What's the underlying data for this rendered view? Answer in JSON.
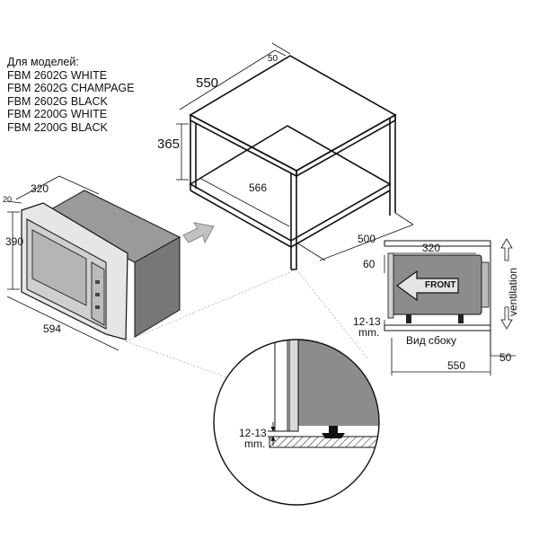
{
  "models": {
    "heading": "Для моделей:",
    "list": [
      "FBM 2602G WHITE",
      "FBM 2602G CHAMPAGE",
      "FBM 2602G BLACK",
      "FBM 2200G WHITE",
      "FBM 2200G BLACK"
    ]
  },
  "cabinet": {
    "width": "550",
    "height": "365",
    "inner_width": "566",
    "depth": "500",
    "top_offset": "50"
  },
  "oven": {
    "depth": "320",
    "height": "390",
    "width": "594",
    "frame": "20"
  },
  "side_view": {
    "depth": "320",
    "top_gap": "60",
    "gap_label": "12-13",
    "gap_unit": "mm.",
    "caption": "Вид сбоку",
    "ventilation": "ventilation",
    "front_label": "FRONT",
    "total_depth": "550",
    "rear_gap": "50"
  },
  "detail": {
    "gap_label": "12-13",
    "gap_unit": "mm."
  },
  "colors": {
    "line": "#111111",
    "oven_body": "#8c8c8c",
    "oven_panel": "#d9d9d9",
    "arrow": "#bdbdbd",
    "leader": "#9a9a9a"
  }
}
